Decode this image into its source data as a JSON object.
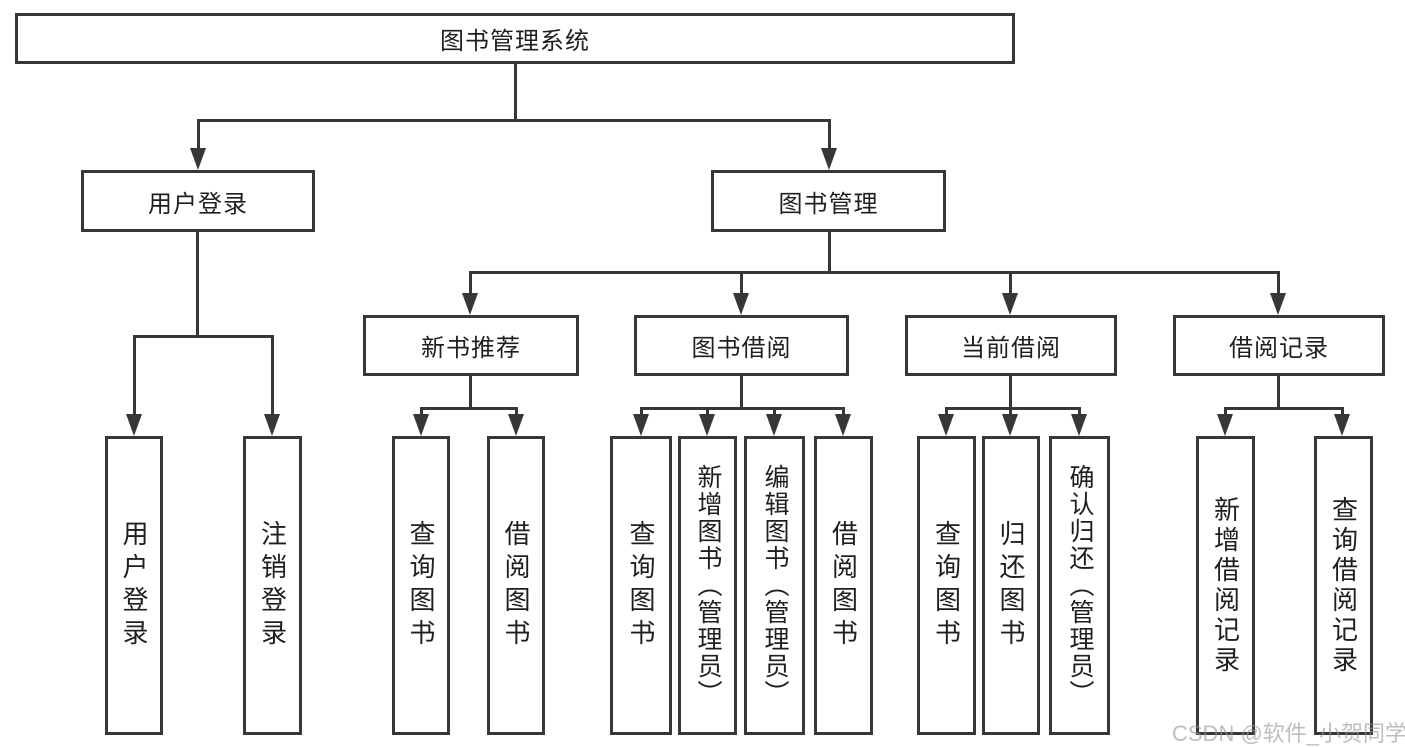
{
  "diagram": {
    "root": {
      "label": "图书管理系统"
    },
    "user_branch": {
      "label": "用户登录",
      "children": [
        {
          "label": "用户登录"
        },
        {
          "label": "注销登录"
        }
      ]
    },
    "book_branch": {
      "label": "图书管理",
      "sections": [
        {
          "label": "新书推荐",
          "children": [
            {
              "label": "查询图书"
            },
            {
              "label": "借阅图书"
            }
          ]
        },
        {
          "label": "图书借阅",
          "children": [
            {
              "label": "查询图书"
            },
            {
              "label": "新增图书（管理员）"
            },
            {
              "label": "编辑图书（管理员）"
            },
            {
              "label": "借阅图书"
            }
          ]
        },
        {
          "label": "当前借阅",
          "children": [
            {
              "label": "查询图书"
            },
            {
              "label": "归还图书"
            },
            {
              "label": "确认归还（管理员）"
            }
          ]
        },
        {
          "label": "借阅记录",
          "children": [
            {
              "label": "新增借阅记录"
            },
            {
              "label": "查询借阅记录"
            }
          ]
        }
      ]
    }
  },
  "watermark": {
    "text": "CSDN @软件_小贺同学"
  },
  "colors": {
    "line": "#373737",
    "box_background": "#ffffff",
    "text": "#1f1f1f",
    "watermark": "#bfbfbf"
  }
}
